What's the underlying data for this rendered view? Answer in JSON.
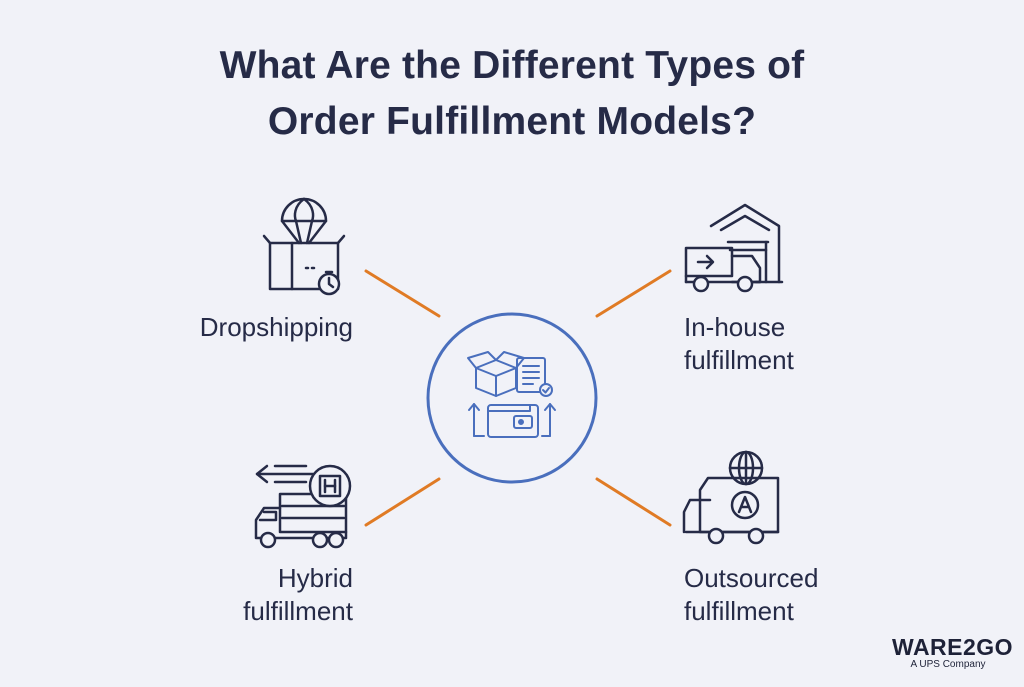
{
  "title": {
    "line1": "What Are the Different Types of",
    "line2": "Order Fulfillment Models?"
  },
  "models": {
    "dropshipping": {
      "line1": "Dropshipping",
      "icon": "parachute-box-icon"
    },
    "in_house": {
      "line1": "In-house",
      "line2": "fulfillment",
      "icon": "warehouse-truck-icon"
    },
    "hybrid": {
      "line1": "Hybrid",
      "line2": "fulfillment",
      "icon": "truck-arrow-icon"
    },
    "outsourced": {
      "line1": "Outsourced",
      "line2": "fulfillment",
      "icon": "globe-truck-icon"
    }
  },
  "center": {
    "icon": "order-box-wallet-icon"
  },
  "logo": {
    "brand": "WARE2GO",
    "tagline": "A UPS Company"
  },
  "colors": {
    "background": "#f1f2f8",
    "text": "#262b47",
    "connector": "#e07b25",
    "accent": "#4a6fbd"
  }
}
